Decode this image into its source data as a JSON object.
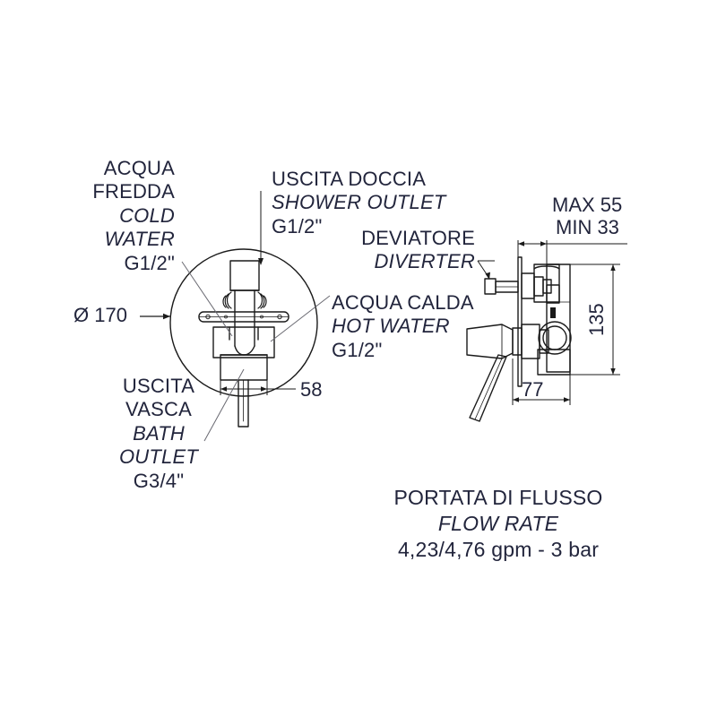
{
  "drawing": {
    "title": "Technical drawing - concealed bath/shower mixer with diverter",
    "line_color": "#1a1a1a",
    "text_color": "#22253c",
    "background": "#ffffff"
  },
  "labels": {
    "cold_water": {
      "lines": [
        "ACQUA",
        "FREDDA",
        "COLD",
        "WATER",
        "G1/2\""
      ],
      "italic": [
        false,
        false,
        true,
        true,
        false
      ]
    },
    "shower_outlet": {
      "lines": [
        "USCITA DOCCIA",
        "SHOWER OUTLET",
        "G1/2\""
      ],
      "italic": [
        false,
        true,
        false
      ]
    },
    "hot_water": {
      "lines": [
        "ACQUA CALDA",
        "HOT WATER",
        "G1/2\""
      ],
      "italic": [
        false,
        true,
        false
      ]
    },
    "bath_outlet": {
      "lines": [
        "USCITA",
        "VASCA",
        "BATH",
        "OUTLET",
        "G3/4\""
      ],
      "italic": [
        false,
        false,
        true,
        true,
        false
      ]
    },
    "diverter": {
      "lines": [
        "DEVIATORE",
        "DIVERTER"
      ],
      "italic": [
        false,
        true
      ]
    }
  },
  "dimensions": {
    "diameter": "Ø 170",
    "depth_58": "58",
    "max": "MAX 55",
    "min": "MIN 33",
    "height_135": "135",
    "width_77": "77"
  },
  "flow_rate": {
    "lines": [
      "PORTATA DI FLUSSO",
      "FLOW RATE",
      "4,23/4,76 gpm - 3 bar"
    ],
    "italic": [
      false,
      true,
      false
    ]
  }
}
